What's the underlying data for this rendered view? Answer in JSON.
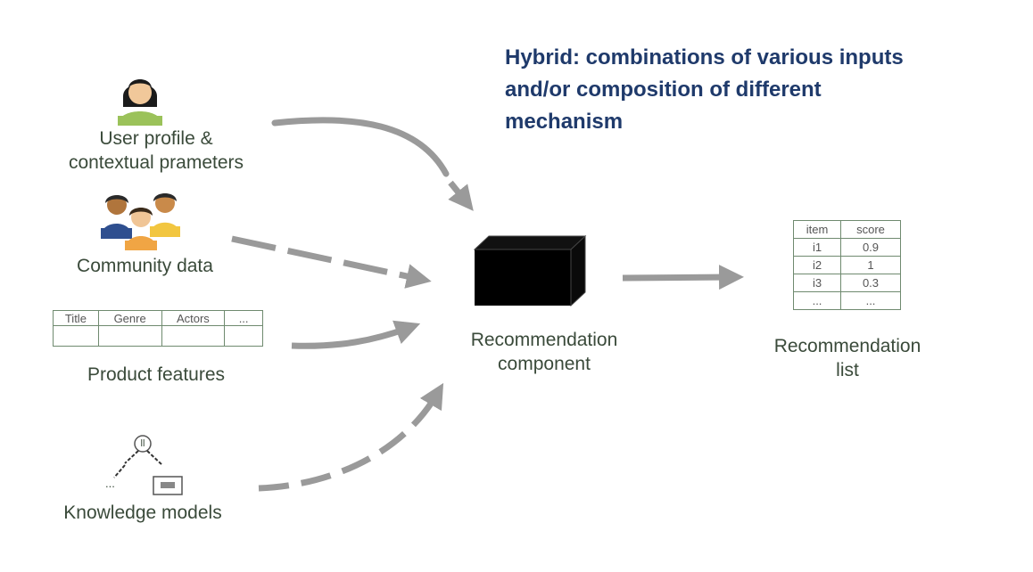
{
  "title": {
    "line1": "Hybrid: combinations of various inputs",
    "line2": "and/or composition of different",
    "line3": "mechanism"
  },
  "inputs": {
    "user_profile": {
      "line1": "User profile &",
      "line2": "contextual prameters"
    },
    "community": {
      "label": "Community data"
    },
    "product": {
      "label": "Product features",
      "headers": [
        "Title",
        "Genre",
        "Actors",
        "..."
      ]
    },
    "knowledge": {
      "label": "Knowledge models",
      "node_text": "ll",
      "ellipsis": "..."
    }
  },
  "component": {
    "line1": "Recommendation",
    "line2": "component"
  },
  "output": {
    "line1": "Recommendation",
    "line2": "list",
    "headers": [
      "item",
      "score"
    ],
    "rows": [
      {
        "item": "i1",
        "score": "0.9"
      },
      {
        "item": "i2",
        "score": "1"
      },
      {
        "item": "i3",
        "score": "0.3"
      },
      {
        "item": "...",
        "score": "..."
      }
    ]
  },
  "colors": {
    "arrow": "#9a9a9a",
    "title": "#1f3a6b",
    "label": "#3a4a3a",
    "grid": "#6f8a6f",
    "box": "#000000"
  }
}
